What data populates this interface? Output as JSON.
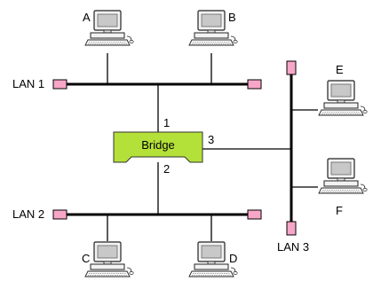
{
  "lans": {
    "lan1": "LAN 1",
    "lan2": "LAN 2",
    "lan3": "LAN 3"
  },
  "hosts": {
    "a": "A",
    "b": "B",
    "c": "C",
    "d": "D",
    "e": "E",
    "f": "F"
  },
  "bridge": {
    "label": "Bridge",
    "port1": "1",
    "port2": "2",
    "port3": "3"
  },
  "colors": {
    "bridge_fill": "#b4e03a",
    "terminator_fill": "#f7a6c8",
    "screen": "#c8c8c8"
  }
}
